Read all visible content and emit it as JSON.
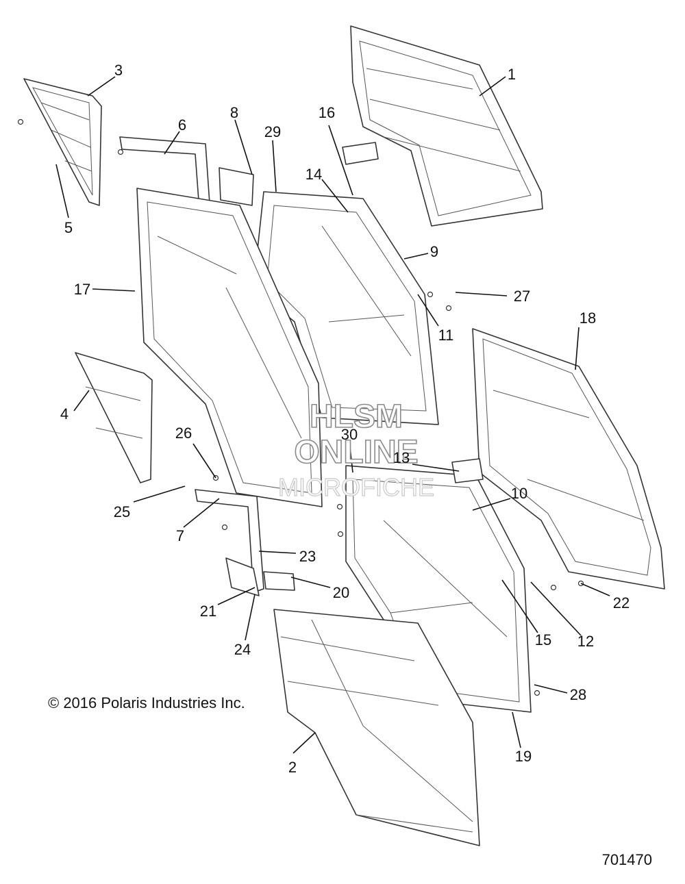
{
  "diagram": {
    "callouts": [
      "1",
      "2",
      "3",
      "4",
      "5",
      "6",
      "7",
      "8",
      "9",
      "10",
      "11",
      "12",
      "13",
      "14",
      "15",
      "16",
      "17",
      "18",
      "19",
      "20",
      "21",
      "22",
      "23",
      "24",
      "25",
      "26",
      "27",
      "28",
      "29",
      "30"
    ],
    "watermark": [
      "HLSM",
      "ONLINE",
      "MICROFICHE"
    ],
    "copyright": "© 2016 Polaris Industries Inc.",
    "figure_id": "701470"
  }
}
